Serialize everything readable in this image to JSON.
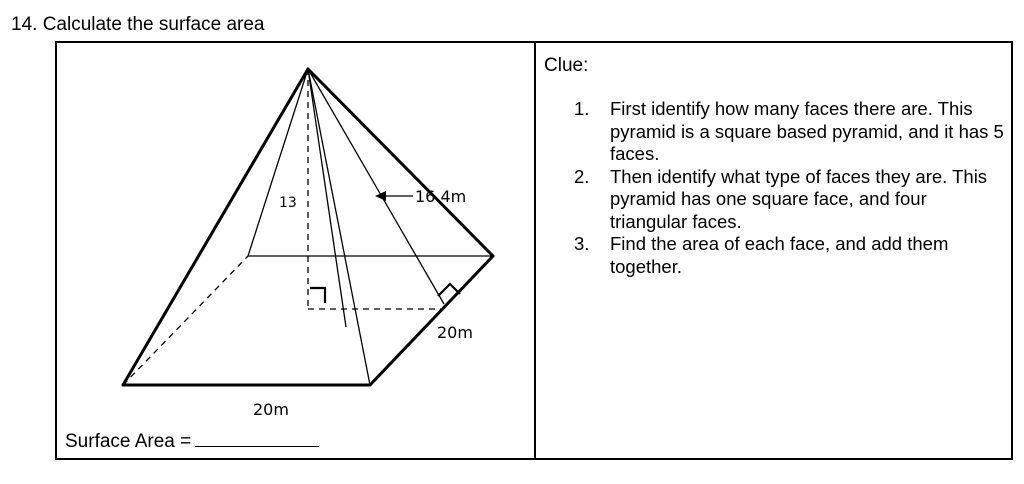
{
  "question": {
    "title": "14. Calculate the surface area"
  },
  "diagram": {
    "labels": {
      "height": "13",
      "slant": "16.4m",
      "side_right": "20m",
      "side_bottom": "20m"
    },
    "answer": {
      "label": "Surface Area ="
    }
  },
  "clue": {
    "heading": "Clue:",
    "items": [
      {
        "number": "1.",
        "text": "First identify how many faces there are. This pyramid is a square based pyramid, and it has 5 faces."
      },
      {
        "number": "2.",
        "text": "Then identify what type of faces they are. This pyramid has one square face, and four triangular faces."
      },
      {
        "number": "3.",
        "text": "Find the area of each face, and add them together."
      }
    ]
  }
}
